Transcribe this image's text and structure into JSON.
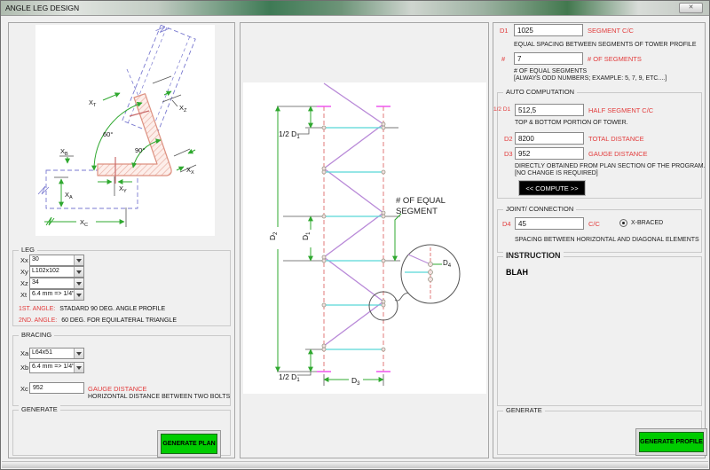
{
  "window": {
    "title": "ANGLE LEG DESIGN",
    "close_glyph": "✕"
  },
  "left_panel": {
    "diagram": {
      "xt": {
        "base": "X",
        "sub": "T"
      },
      "xz": {
        "base": "X",
        "sub": "Z"
      },
      "xb": {
        "base": "X",
        "sub": "B"
      },
      "xa": {
        "base": "X",
        "sub": "A"
      },
      "xy": {
        "base": "X",
        "sub": "Y"
      },
      "xx": {
        "base": "X",
        "sub": "X"
      },
      "xc": {
        "base": "X",
        "sub": "C"
      },
      "angle_60": "60°",
      "angle_90": "90°"
    },
    "leg_group": {
      "title": "LEG",
      "rows": [
        {
          "label": "Xx",
          "value": "30"
        },
        {
          "label": "Xy",
          "value": "L102x102"
        },
        {
          "label": "Xz",
          "value": "34"
        },
        {
          "label": "Xt",
          "value": "6.4 mm => 1/4\""
        }
      ],
      "note1_label": "1ST. ANGLE:",
      "note1_text": "STADARD 90 DEG. ANGLE PROFILE",
      "note2_label": "2ND. ANGLE:",
      "note2_text": "60 DEG. FOR EQUILATERAL TRIANGLE"
    },
    "bracing_group": {
      "title": "BRACING",
      "rows": [
        {
          "label": "Xa",
          "value": "L64x51"
        },
        {
          "label": "Xb",
          "value": "6.4 mm => 1/4\""
        }
      ],
      "xc_label": "Xc",
      "xc_value": "952",
      "xc_hint": "GAUGE DISTANCE",
      "xc_desc": "HORIZONTAL DISTANCE BETWEEN TWO BOLTS"
    },
    "generate_group": {
      "title": "GENERATE",
      "button": "GENERATE PLAN"
    }
  },
  "middle_panel": {
    "labels": {
      "half_d1": {
        "base": "1/2 D",
        "sub": "1"
      },
      "half_d1_bottom": {
        "base": "1/2 D",
        "sub": "1"
      },
      "d1": {
        "base": "D",
        "sub": "1"
      },
      "d2": {
        "base": "D",
        "sub": "2"
      },
      "d3": {
        "base": "D",
        "sub": "3"
      },
      "d4": {
        "base": "D",
        "sub": "4"
      },
      "equal_segment_line1": "# OF EQUAL",
      "equal_segment_line2": "SEGMENT"
    }
  },
  "right_panel": {
    "d1_row": {
      "label": "D1",
      "value": "1025",
      "hint": "SEGMENT C/C",
      "desc": "EQUAL SPACING BETWEEN SEGMENTS OF TOWER PROFILE"
    },
    "segments_row": {
      "label": "#",
      "value": "7",
      "hint": "# OF SEGMENTS",
      "desc1": "# OF EQUAL SEGMENTS",
      "desc2": "[ALWAYS ODD NUMBERS; EXAMPLE: 5, 7, 9, ETC....]"
    },
    "auto_group": {
      "title": "AUTO COMPUTATION",
      "half_d1_row": {
        "label": "1/2 D1",
        "value": "512,5",
        "hint": "HALF SEGMENT C/C",
        "desc": "TOP & BOTTOM PORTION OF TOWER."
      },
      "d2_row": {
        "label": "D2",
        "value": "8200",
        "hint": "TOTAL DISTANCE"
      },
      "d3_row": {
        "label": "D3",
        "value": "952",
        "hint": "GAUGE DISTANCE"
      },
      "desc1": "DIRECTLY OBTAINED FROM PLAN SECTION OF THE PROGRAM.",
      "desc2": "[NO CHANGE IS REQUIRED]",
      "compute_button": "<< COMPUTE >>"
    },
    "joint_group": {
      "title": "JOINT/ CONNECTION",
      "d4_row": {
        "label": "D4",
        "value": "45",
        "hint": "C/C"
      },
      "radio_label": "X-BRACED",
      "desc": "SPACING BETWEEN HORIZONTAL AND DIAGONAL ELEMENTS"
    },
    "instruction_group": {
      "title": "INSTRUCTION",
      "body": "BLAH"
    },
    "generate_group": {
      "title": "GENERATE",
      "button": "GENERATE PROFILE"
    }
  },
  "colors": {
    "button_green": "#00cc00",
    "label_red": "#e23b3b",
    "dim_green": "#2fa82f",
    "brace_purple": "#b98ad8",
    "strut_cyan": "#58d8d8",
    "leg_red": "#e07878",
    "tick_magenta": "#ee55ee",
    "member_blue": "#7a7ad0",
    "angle_salmon": "#dd9181"
  }
}
